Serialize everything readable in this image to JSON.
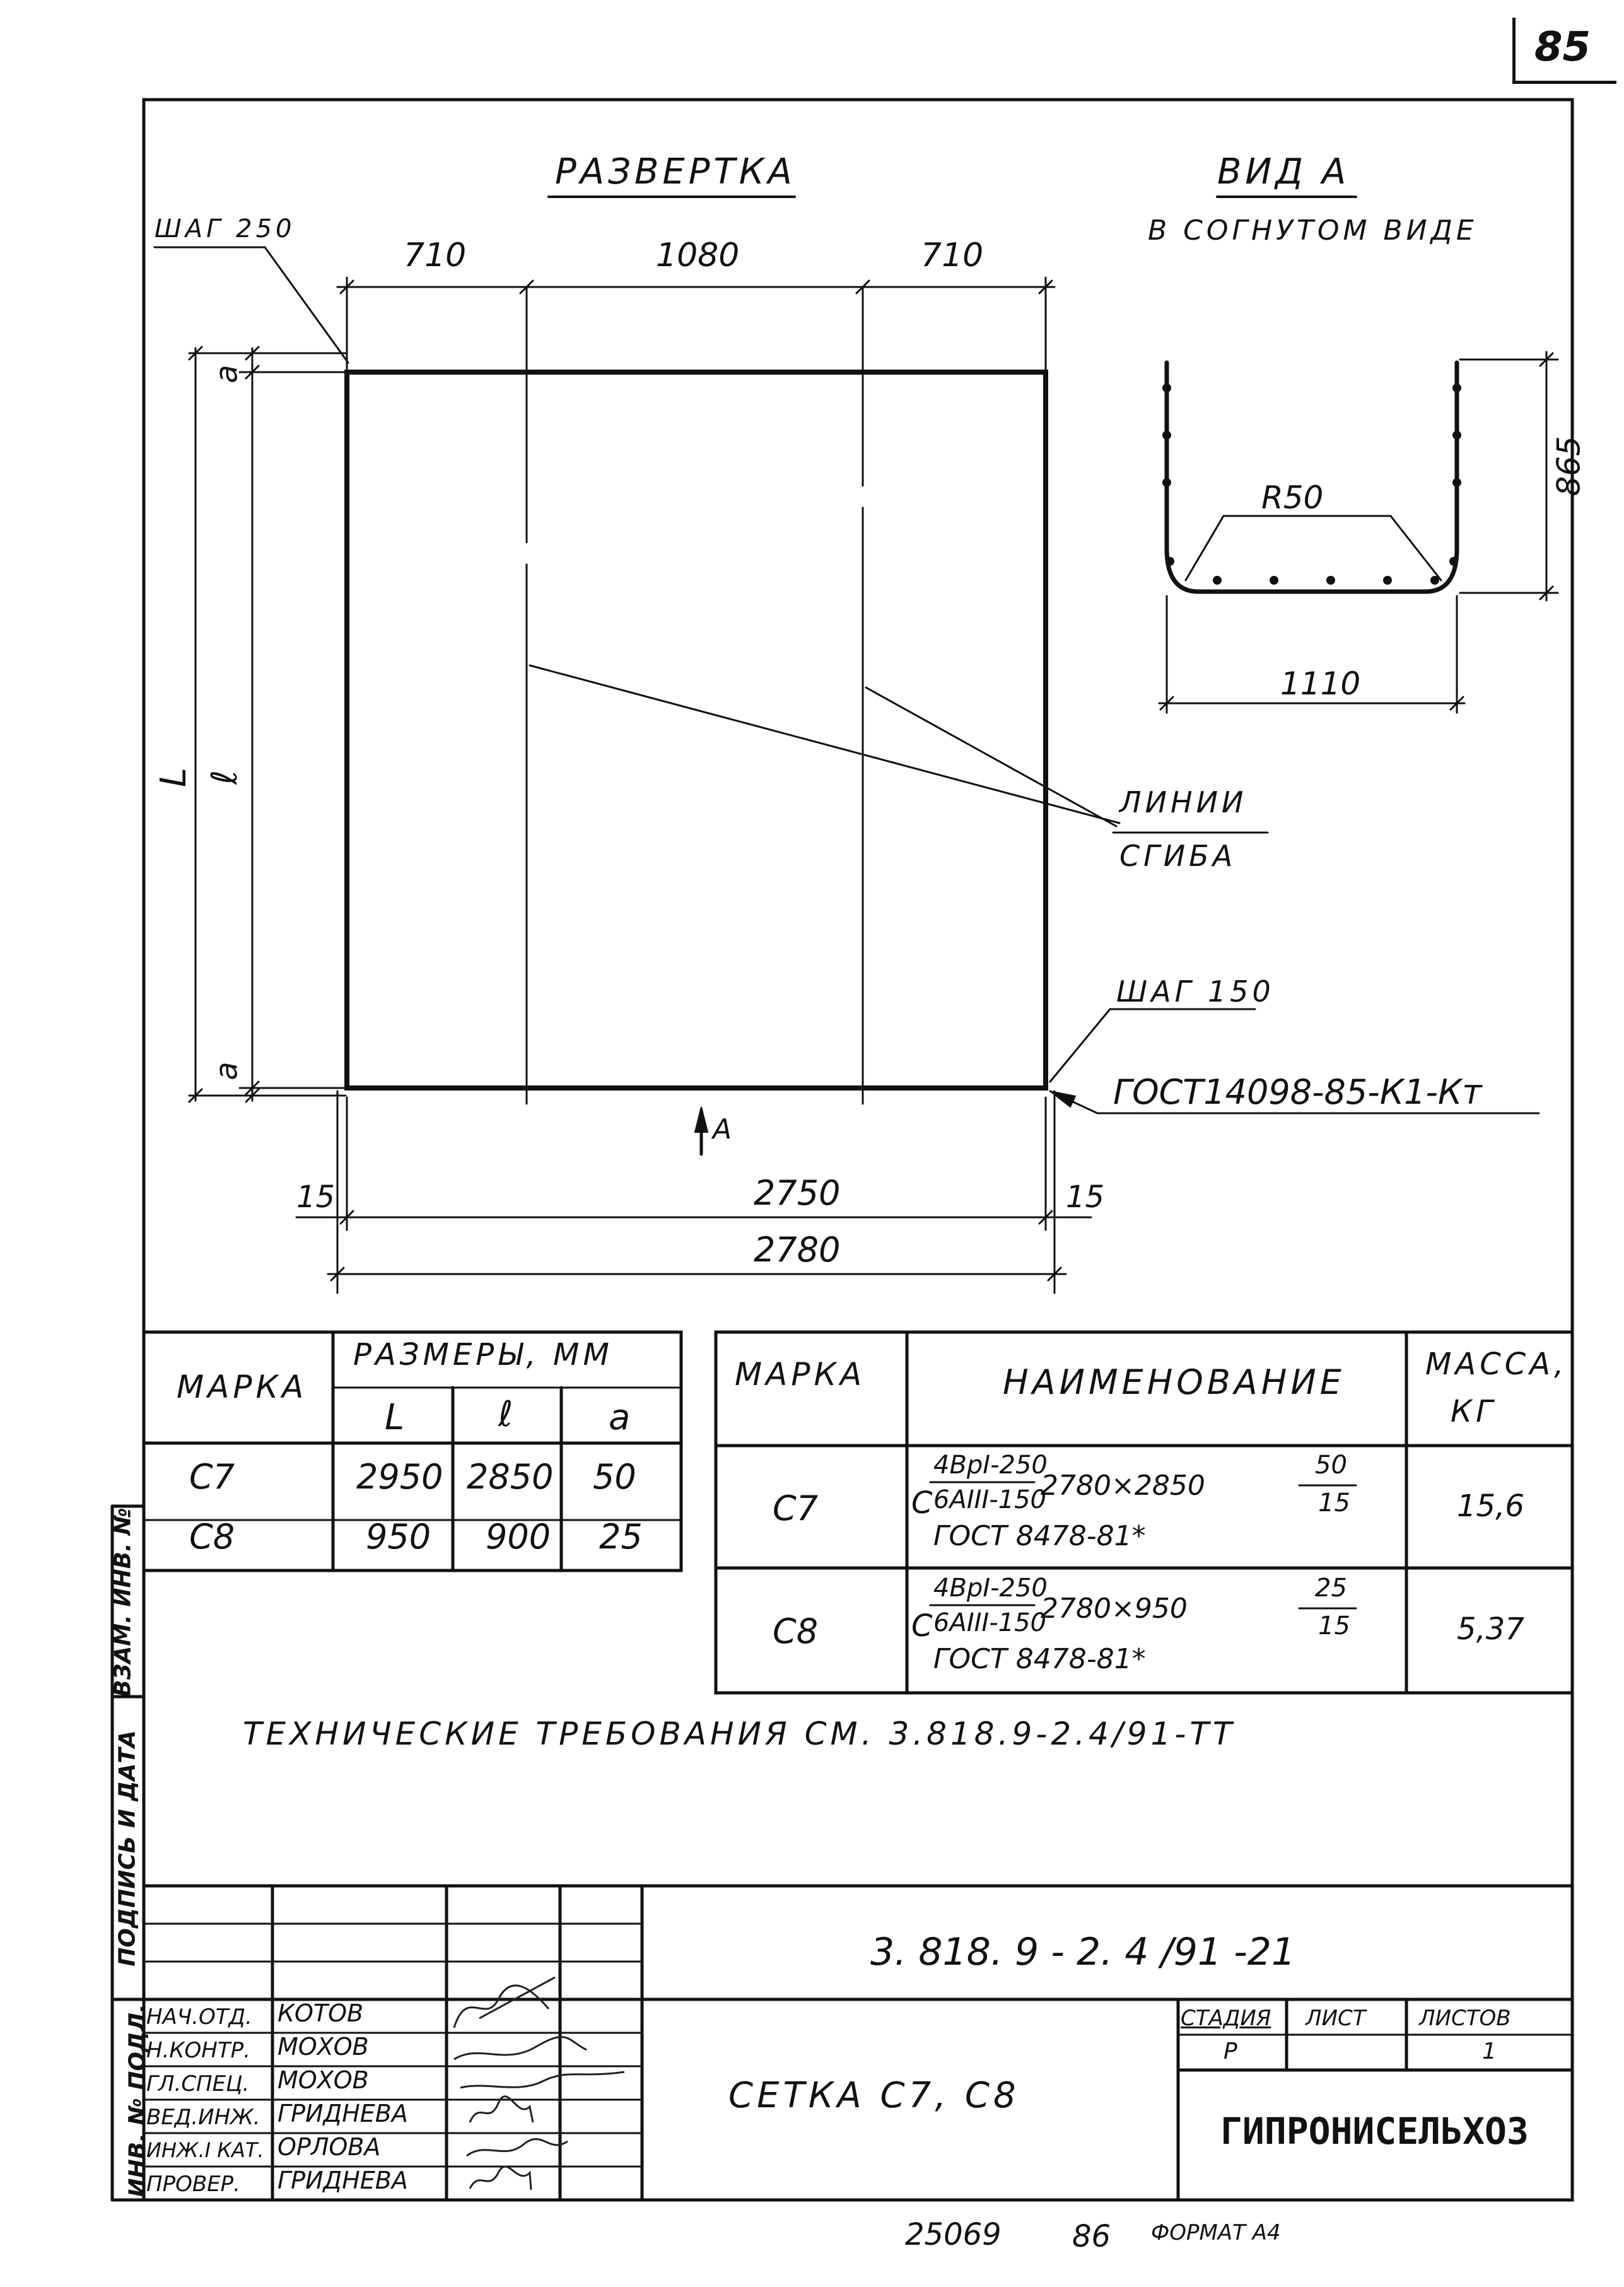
{
  "sheet": {
    "page_number": "85",
    "footer_number": "25069",
    "footer_page": "86",
    "footer_format": "ФОРМАТ А4"
  },
  "unfold": {
    "title": "РАЗВЕРТКА",
    "step_top": "ШАГ 250",
    "step_bottom": "ШАГ 150",
    "dims_top": [
      "710",
      "1080",
      "710"
    ],
    "dim_overall_inner": "2750",
    "dim_overall": "2780",
    "dim_edge_left": "15",
    "dim_edge_right": "15",
    "left_L": "L",
    "left_l": "ℓ",
    "left_a_top": "a",
    "left_a_bottom": "a",
    "view_arrow": "A",
    "bend_lines_label_1": "ЛИНИИ",
    "bend_lines_label_2": "СГИБА",
    "gost_weld": "ГОСТ14098-85-К1-Кт"
  },
  "view_a": {
    "title": "ВИД А",
    "subtitle": "В СОГНУТОМ ВИДЕ",
    "dim_height": "865",
    "dim_width": "1110",
    "radius": "R50"
  },
  "sizes_table": {
    "col_mark": "МАРКА",
    "col_sizes": "РАЗМЕРЫ,   ММ",
    "sub_L": "L",
    "sub_l": "ℓ",
    "sub_a": "a",
    "rows": [
      {
        "mark": "С7",
        "L": "2950",
        "l": "2850",
        "a": "50"
      },
      {
        "mark": "С8",
        "L": "950",
        "l": "900",
        "a": "25"
      }
    ]
  },
  "spec_table": {
    "col_mark": "МАРКА",
    "col_name": "НАИМЕНОВАНИЕ",
    "col_mass_1": "МАССА,",
    "col_mass_2": "КГ",
    "rows": [
      {
        "mark": "С7",
        "prefix": "С",
        "num": "4ВрI-250",
        "den": "6АIII-150",
        "size": "2780×2850",
        "frac_num": "50",
        "frac_den": "15",
        "gost": "ГОСТ 8478-81*",
        "mass": "15,6"
      },
      {
        "mark": "С8",
        "prefix": "С",
        "num": "4ВрI-250",
        "den": "6АIII-150",
        "size": "2780×950",
        "frac_num": "25",
        "frac_den": "15",
        "gost": "ГОСТ 8478-81*",
        "mass": "5,37"
      }
    ]
  },
  "requirements": "ТЕХНИЧЕСКИЕ ТРЕБОВАНИЯ СМ. 3.818.9-2.4/91-ТТ",
  "side_stamp": {
    "cell_1": "ИНВ. № ПОДЛ.",
    "cell_2": "ПОДПИСЬ И ДАТА",
    "cell_3": "ВЗАМ. ИНВ. №"
  },
  "title_block": {
    "designation": "3. 818. 9 - 2. 4 /91 -21",
    "document_name": "СЕТКА С7, С8",
    "stage_label": "СТАДИЯ",
    "sheet_label": "ЛИСТ",
    "sheets_label": "ЛИСТОВ",
    "stage_value": "Р",
    "sheet_value": "",
    "sheets_value": "1",
    "organization": "ГИПРОНИСЕЛЬХОЗ",
    "people": [
      {
        "role": "НАЧ.ОТД.",
        "name": "КОТОВ"
      },
      {
        "role": "Н.КОНТР.",
        "name": "МОХОВ"
      },
      {
        "role": "ГЛ.СПЕЦ.",
        "name": "МОХОВ"
      },
      {
        "role": "ВЕД.ИНЖ.",
        "name": "ГРИДНЕВА"
      },
      {
        "role": "ИНЖ.I КАТ.",
        "name": "ОРЛОВА"
      },
      {
        "role": "ПРОВЕР.",
        "name": "ГРИДНЕВА"
      }
    ]
  }
}
